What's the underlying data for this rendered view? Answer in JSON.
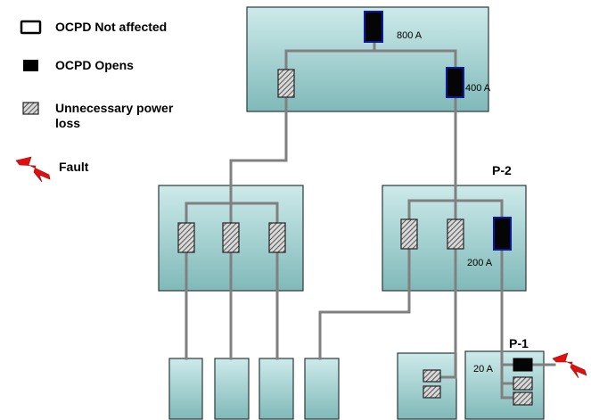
{
  "legend": {
    "not_affected": "OCPD Not affected",
    "opens": "OCPD Opens",
    "unnecessary_line1": "Unnecessary power",
    "unnecessary_line2": "loss",
    "fault": "Fault"
  },
  "ratings": {
    "main": "800 A",
    "feeder": "400 A",
    "p2_branch": "200 A",
    "p1_branch": "20 A"
  },
  "panels": {
    "p2": "P-2",
    "p1": "P-1"
  },
  "colors": {
    "panel_top": "#c6e6e6",
    "panel_bottom": "#7fb8b8",
    "wire": "#808080",
    "breaker_border": "#0a1a9a",
    "fault": "#e01010"
  }
}
